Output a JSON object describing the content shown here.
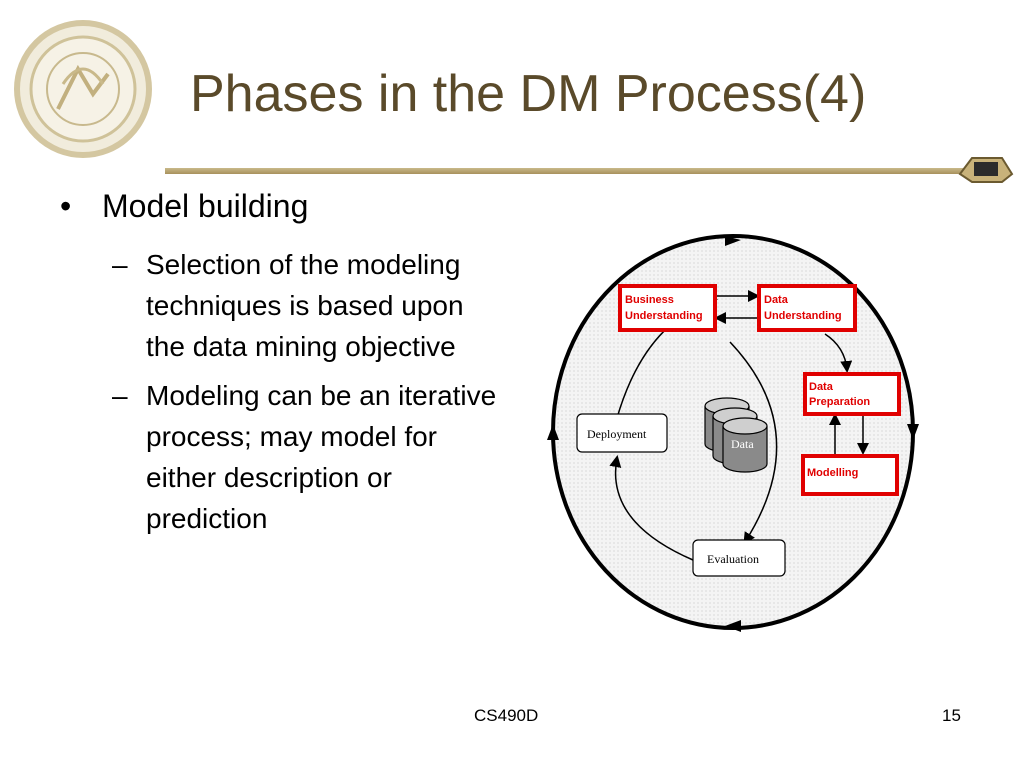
{
  "title": "Phases in the DM Process(4)",
  "bullets": {
    "main": "Model building",
    "subs": [
      "Selection of the modeling techniques is based upon the data mining objective",
      "Modeling can be an iterative process; may model for either description or prediction"
    ]
  },
  "diagram": {
    "business_1": "Business",
    "business_2": "Understanding",
    "data_1": "Data",
    "data_2": "Understanding",
    "prep_1": "Data",
    "prep_2": "Preparation",
    "modelling": "Modelling",
    "evaluation": "Evaluation",
    "deployment": "Deployment",
    "data_store": "Data"
  },
  "footer": {
    "course": "CS490D",
    "page": "15"
  },
  "colors": {
    "title": "#5a4a2a",
    "accent_red": "#e00000",
    "rule": "#b8a472"
  }
}
